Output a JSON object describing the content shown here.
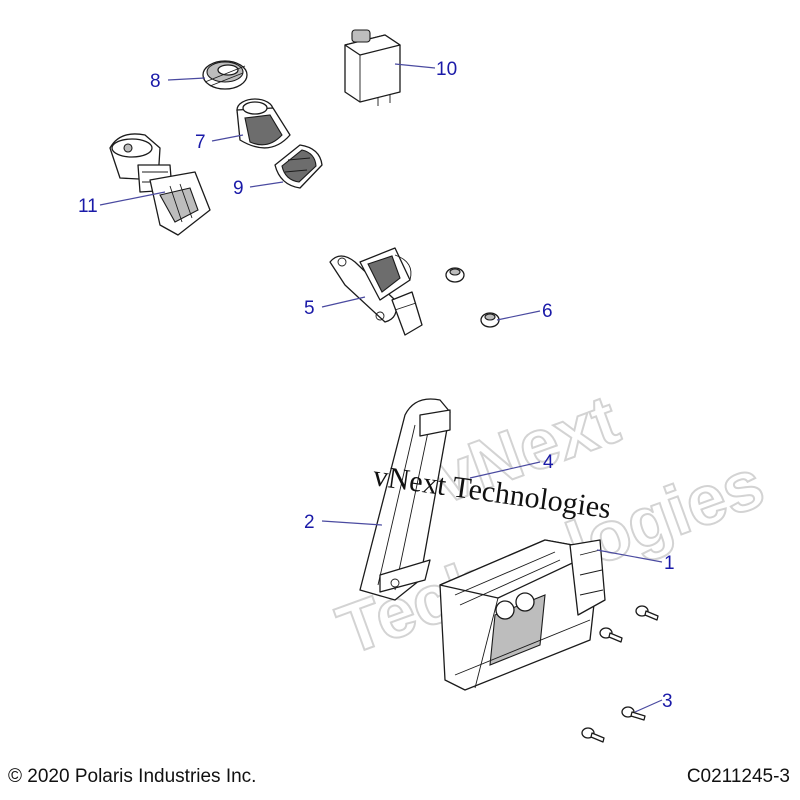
{
  "callouts": [
    "1",
    "2",
    "3",
    "4",
    "5",
    "6",
    "7",
    "8",
    "9",
    "10",
    "11"
  ],
  "watermark": {
    "overlay_text": "vNext Technologies",
    "background_line1": "vNext",
    "background_line2": "Technologies"
  },
  "footer": {
    "copyright": "© 2020 Polaris Industries Inc.",
    "figure_id": "C0211245-3"
  },
  "colors": {
    "callout_number": "#1a1aa8",
    "line_art": "#1b1b1b",
    "part_shading": "#6d6d6d"
  }
}
